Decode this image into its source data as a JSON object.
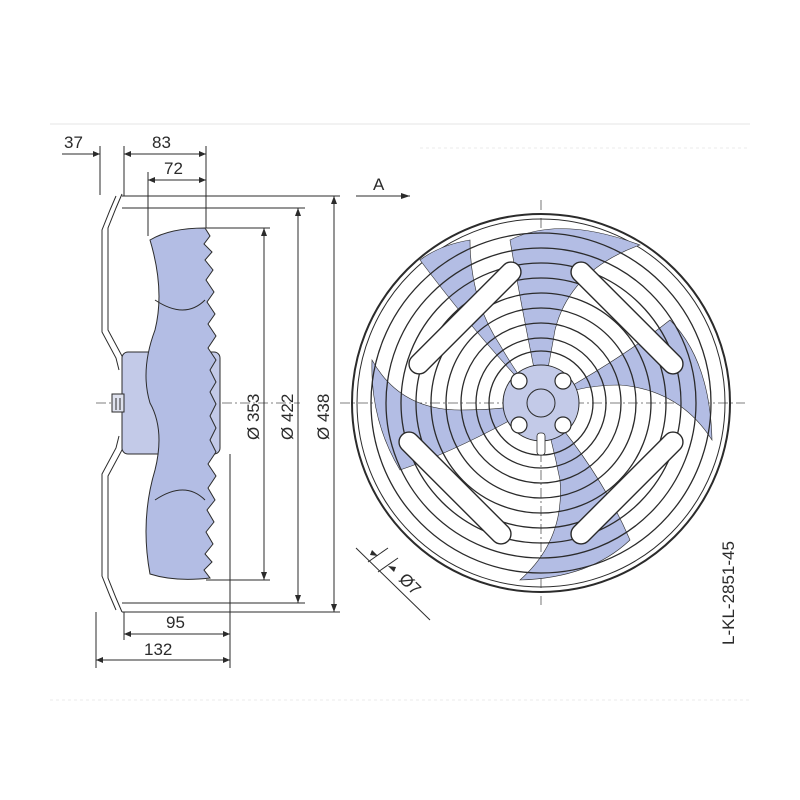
{
  "drawing": {
    "side_view": {
      "dim_top_left": "37",
      "dim_top_mid": "83",
      "dim_inner": "72",
      "dim_bottom_inner": "95",
      "dim_bottom_outer": "132",
      "dia_blade": "Ø 353",
      "dia_guard_inner": "Ø 422",
      "dia_guard_outer": "Ø 438"
    },
    "front_view": {
      "view_label": "A",
      "hole_dia": "Ø7"
    },
    "part_number": "L-KL-2851-45"
  },
  "colors": {
    "blade_fill": "#b3bde4",
    "line": "#2b2b2b",
    "guard_fill": "#e9ebf3"
  }
}
